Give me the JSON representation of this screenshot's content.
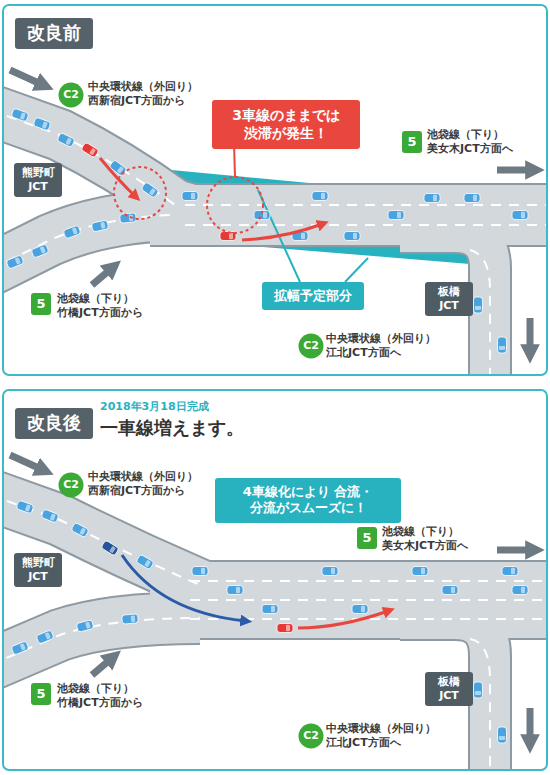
{
  "diagram": {
    "nodes": [
      {
        "text": [
          "改良前"
        ]
      },
      {
        "text": [
          "C2"
        ]
      },
      {
        "text": [
          "熊野町 JCT"
        ]
      },
      {
        "text": [
          "3車線のままでは 渋滞が発生！"
        ]
      },
      {
        "text": [
          "5"
        ]
      },
      {
        "text": [
          "5"
        ]
      },
      {
        "text": [
          "拡幅予定部分"
        ]
      },
      {
        "text": [
          "板橋 JCT"
        ]
      },
      {
        "text": [
          "C2"
        ]
      },
      {
        "text": [
          "改良後"
        ]
      },
      {
        "text": [
          "C2"
        ]
      },
      {
        "text": [
          "4車線化により 合流・分流がスムーズに！"
        ]
      },
      {
        "text": [
          "熊野町 JCT"
        ]
      },
      {
        "text": [
          "5"
        ]
      },
      {
        "text": [
          "5"
        ]
      },
      {
        "text": [
          "板橋 JCT"
        ]
      },
      {
        "text": [
          "C2"
        ]
      }
    ],
    "labels": [
      "中央環状線（外回り） 西新宿JCT方面から",
      "池袋線（下り） 美女木JCT方面へ",
      "池袋線（下り） 竹橋JCT方面から",
      "中央環状線（外回り） 江北JCT方面へ",
      "2018年3月18日完成",
      "一車線増えます。",
      "中央環状線（外回り） 西新宿JCT方面から",
      "池袋線（下り） 美女木JCT方面へ",
      "池袋線（下り） 竹橋JCT方面から",
      "中央環状線（外回り） 江北JCT方面へ"
    ]
  }
}
